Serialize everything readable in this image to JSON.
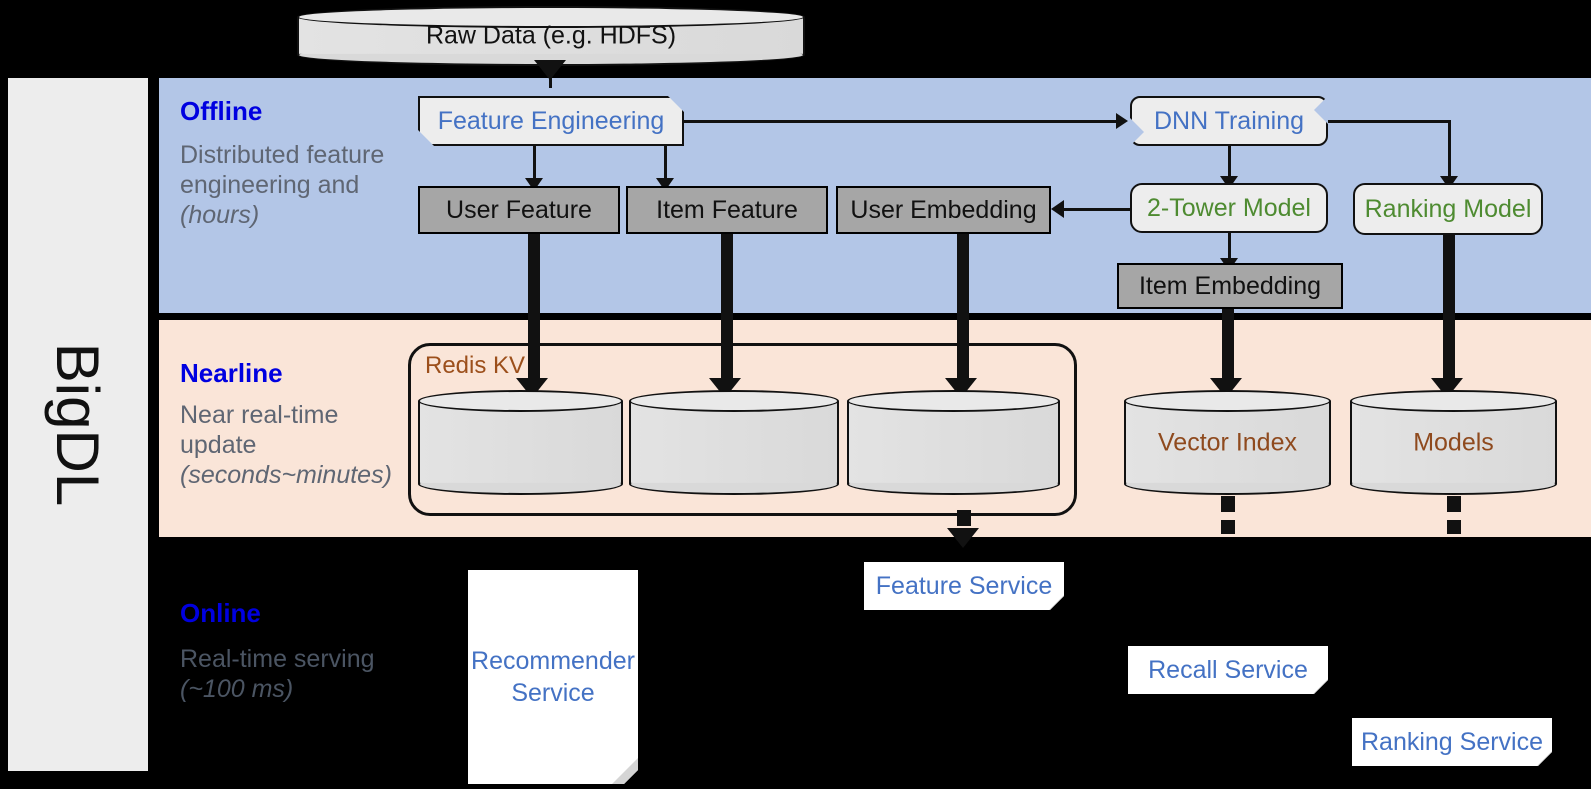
{
  "platform": {
    "name": "BigDL"
  },
  "source": {
    "label": "Raw Data (e.g. HDFS)"
  },
  "sections": [
    {
      "key": "offline",
      "title": "Offline",
      "subtitle_plain": "Distributed feature engineering and ",
      "subtitle_em": "(hours)"
    },
    {
      "key": "nearline",
      "title": "Nearline",
      "subtitle_plain": "Near real-time update ",
      "subtitle_em": "(seconds~minutes)"
    },
    {
      "key": "online",
      "title": "Online",
      "subtitle_plain": "Real-time serving ",
      "subtitle_em": "(~100 ms)"
    }
  ],
  "offline": {
    "feature_engineering": "Feature Engineering",
    "dnn_training": "DNN Training",
    "user_feature": "User Feature",
    "item_feature": "Item Feature",
    "user_embedding": "User Embedding",
    "two_tower_model": "2-Tower Model",
    "ranking_model": "Ranking Model",
    "item_embedding": "Item Embedding"
  },
  "nearline": {
    "redis_kv": "Redis KV",
    "vector_index": "Vector Index",
    "models": "Models"
  },
  "online": {
    "recommender_service": "Recommender Service",
    "feature_service": "Feature Service",
    "recall_service": "Recall Service",
    "ranking_service": "Ranking Service"
  },
  "colors": {
    "offline_band": "#b3c6e7",
    "nearline_band": "#fae5d8",
    "online_band": "#000000",
    "section_title": "#0000e0",
    "blue_text": "#4472c4",
    "green_text": "#4e8b31",
    "brown_text": "#9c4f1b",
    "grey_box": "#a6a6a6",
    "sidebar": "#ededed"
  }
}
